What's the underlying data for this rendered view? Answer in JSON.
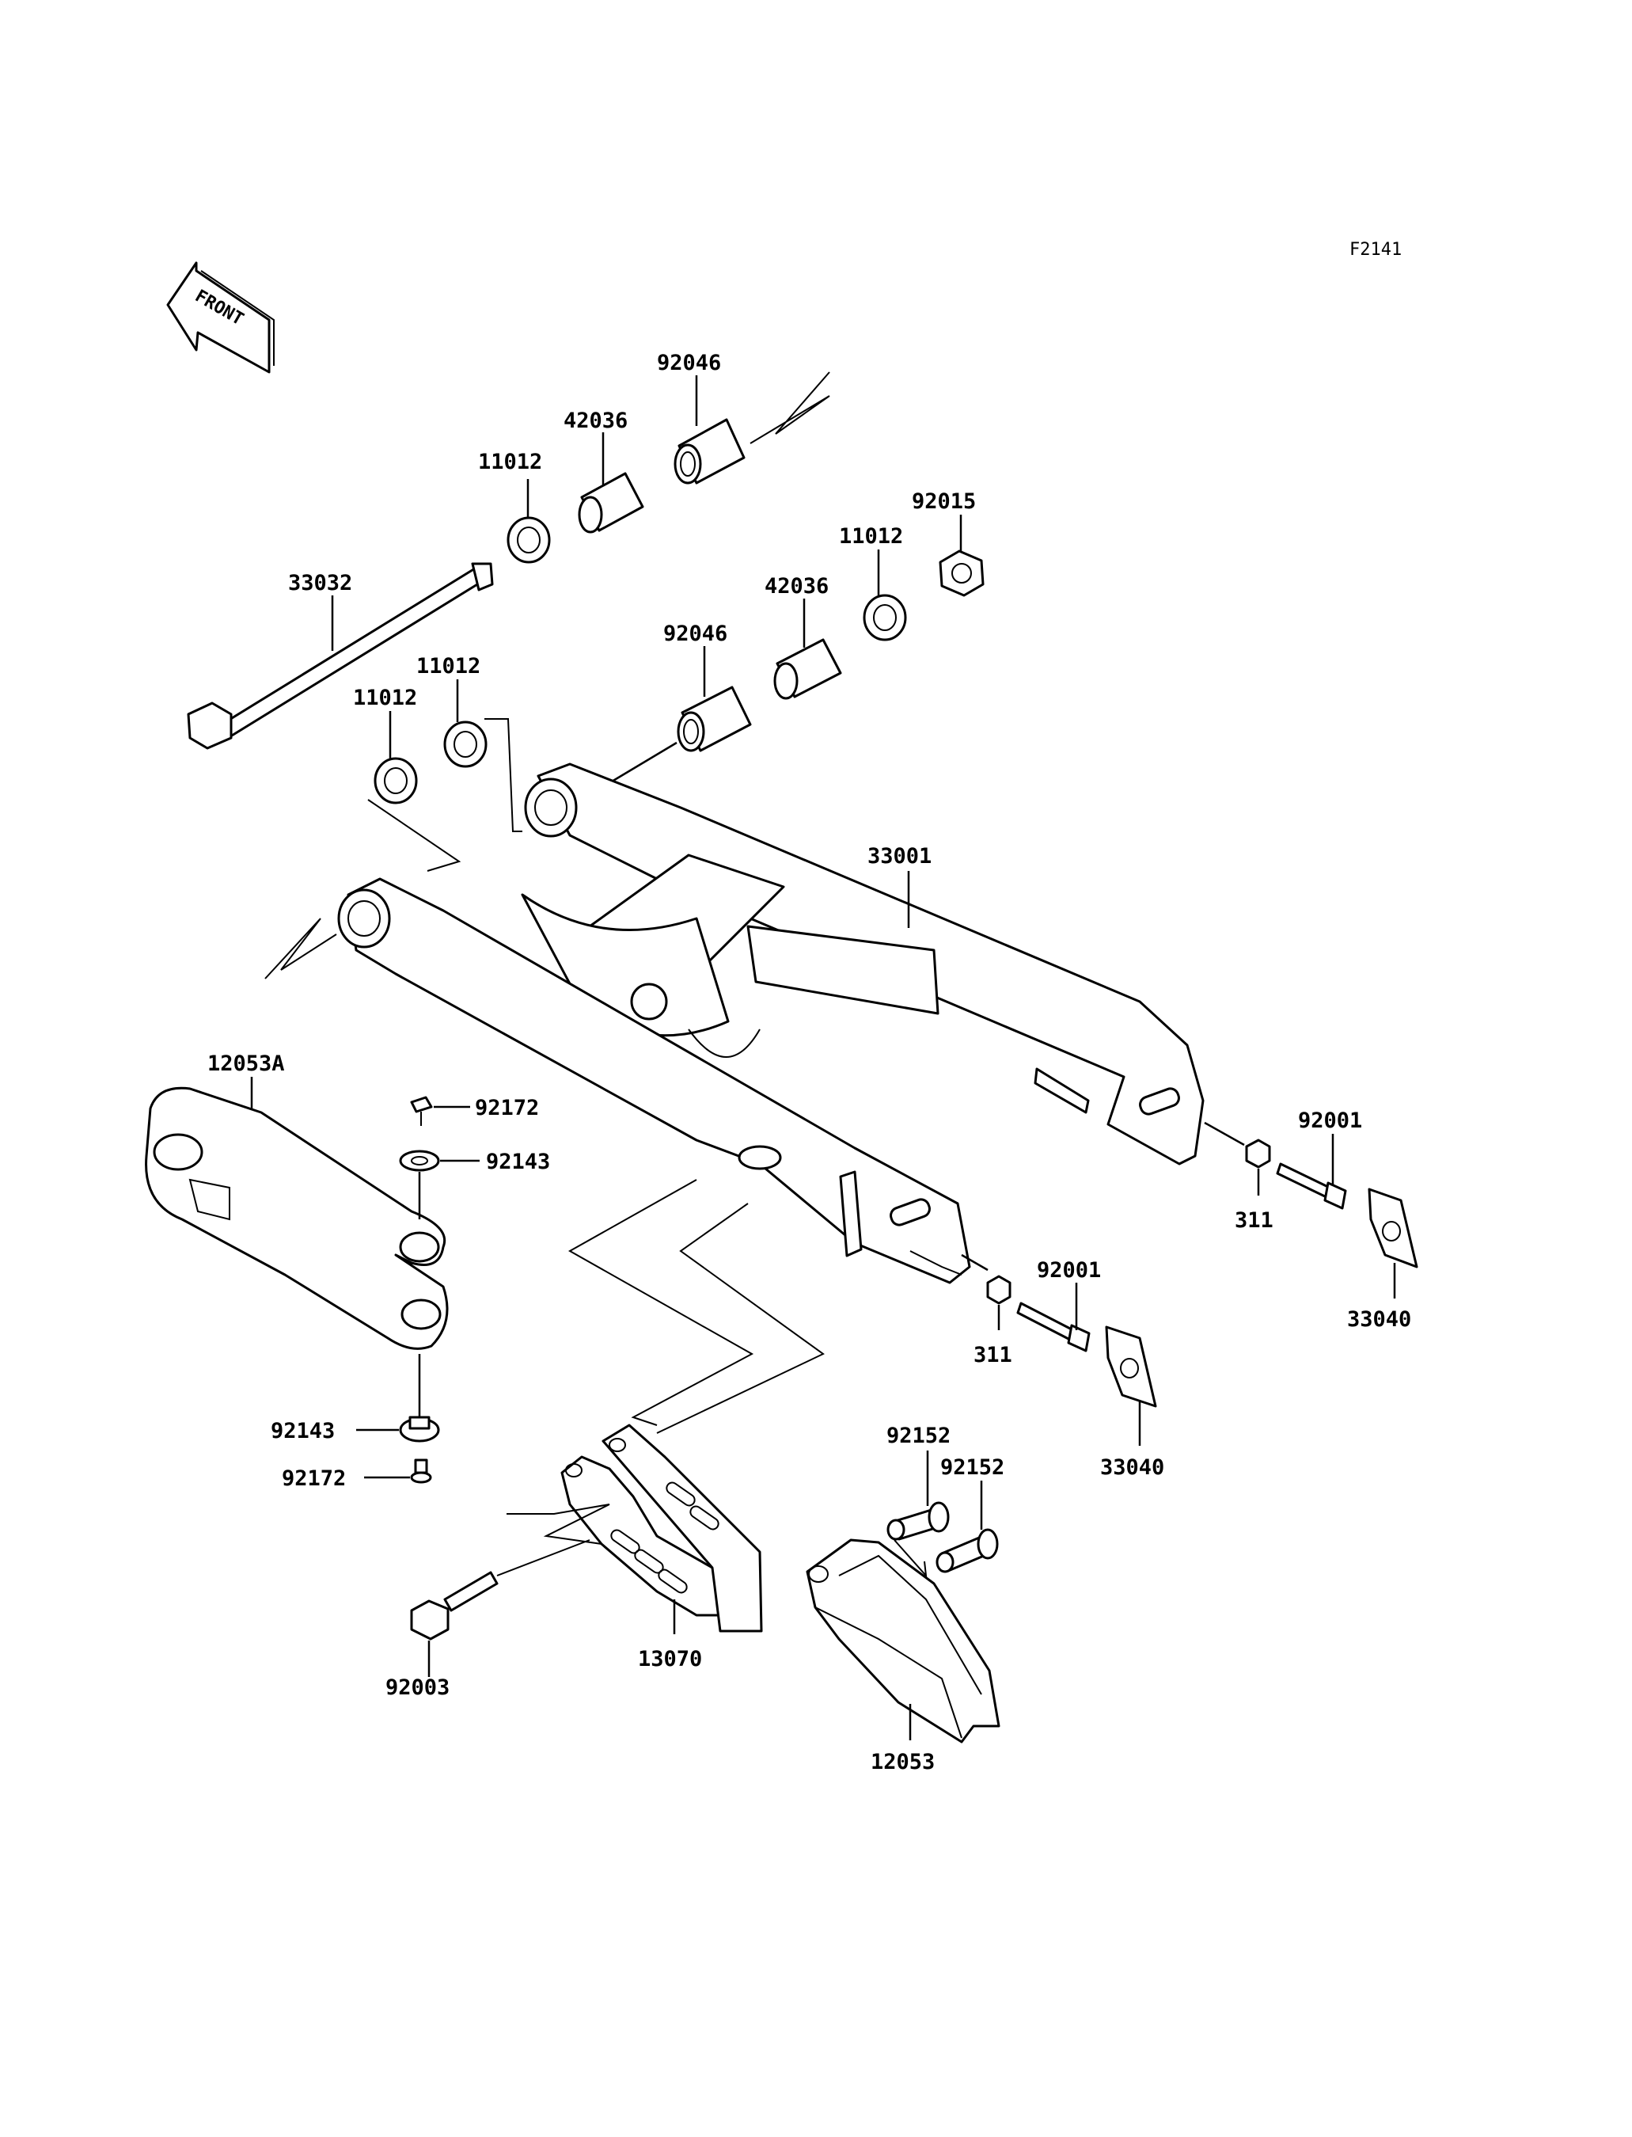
{
  "diagram_code": "F2141",
  "front_label": "FRONT",
  "parts": {
    "shaft_33032": "33032",
    "bushing_11012_a": "11012",
    "collar_42036_a": "42036",
    "bearing_92046_a": "92046",
    "bushing_11012_b": "11012",
    "nut_92015": "92015",
    "collar_42036_b": "42036",
    "bearing_92046_b": "92046",
    "bushing_11012_c": "11012",
    "bushing_11012_d": "11012",
    "swingarm_33001": "33001",
    "chain_slipper_12053A": "12053A",
    "bolt_92172_a": "92172",
    "washer_92143_a": "92143",
    "washer_92143_b": "92143",
    "bolt_92172_b": "92172",
    "bolt_92001_a": "92001",
    "nut_311_a": "311",
    "plate_33040_a": "33040",
    "bolt_92001_b": "92001",
    "nut_311_b": "311",
    "plate_33040_b": "33040",
    "pin_92152_a": "92152",
    "pin_92152_b": "92152",
    "guide_13070": "13070",
    "bolt_92003": "92003",
    "guide_12053": "12053"
  }
}
